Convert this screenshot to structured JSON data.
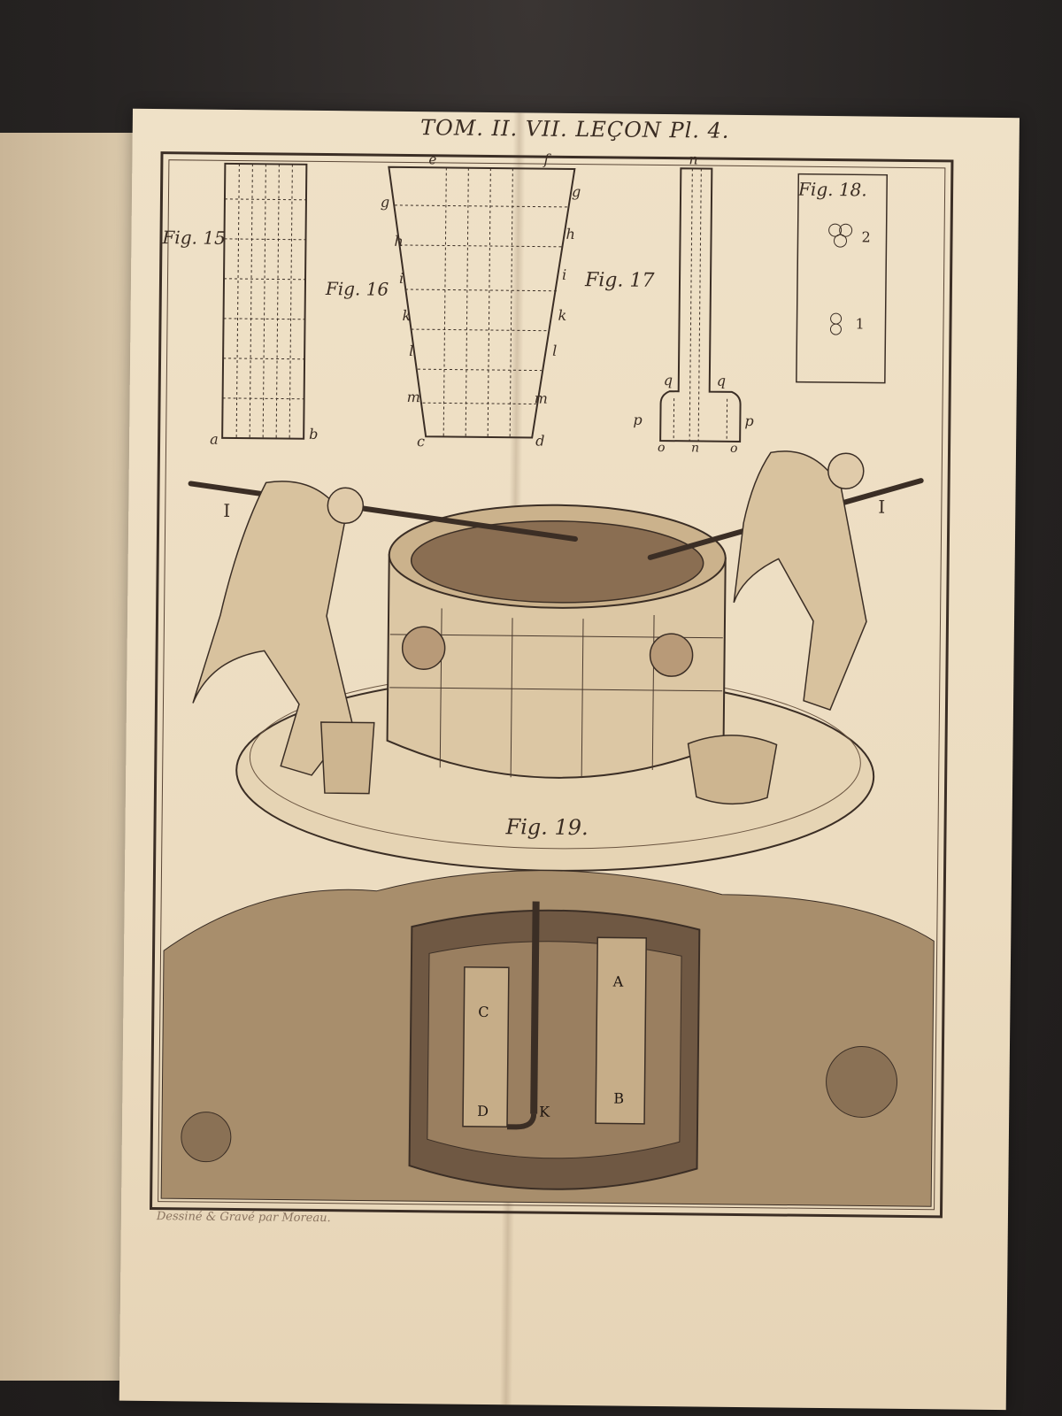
{
  "plate": {
    "header": "TOM. II. VII. LEÇON Pl. 4.",
    "credit": "Dessiné & Gravé par Moreau."
  },
  "figures": {
    "fig15": "Fig. 15",
    "fig16": "Fig. 16",
    "fig17": "Fig. 17",
    "fig18": "Fig. 18.",
    "fig19": "Fig. 19."
  },
  "letters": {
    "a": "a",
    "b": "b",
    "c": "c",
    "d": "d",
    "e": "e",
    "f": "f",
    "g": "g",
    "h": "h",
    "i": "i",
    "k": "k",
    "l": "l",
    "m": "m",
    "n": "n",
    "o": "o",
    "p": "p",
    "q": "q",
    "one": "1",
    "two": "2",
    "I": "I",
    "A": "A",
    "B": "B",
    "C": "C",
    "D": "D",
    "K": "K"
  }
}
